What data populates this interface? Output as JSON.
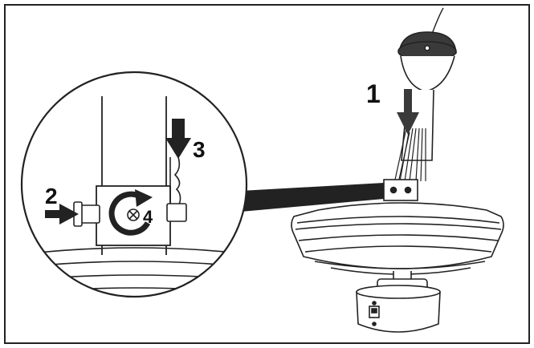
{
  "steps": {
    "step1": "1",
    "step2": "2",
    "step3": "3",
    "step4": "4"
  },
  "icons": {
    "rotate": "rotate-clockwise-icon",
    "screw": "screw-head-icon"
  },
  "colors": {
    "ink": "#111111",
    "fill_dark": "#3a3a3a",
    "fill_light": "#ffffff",
    "line": "#222222"
  }
}
